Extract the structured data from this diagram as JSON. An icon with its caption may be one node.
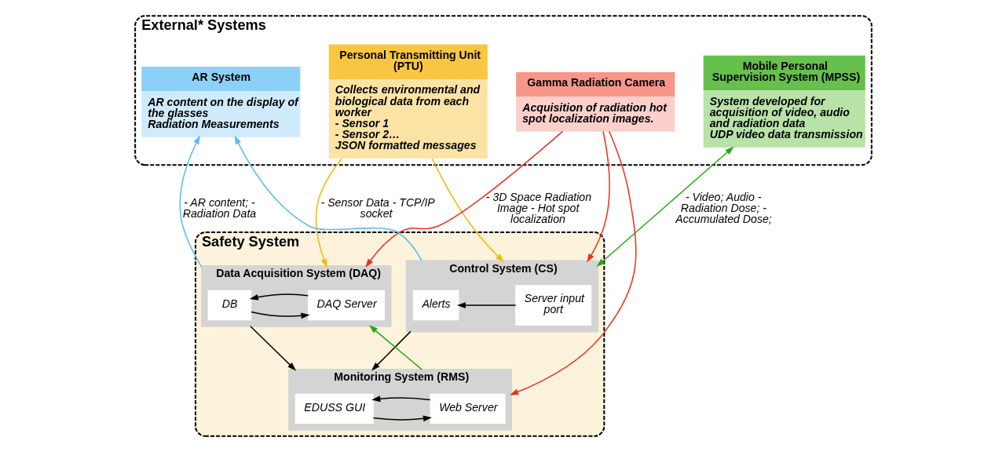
{
  "diagram": {
    "nodes": [
      {
        "text": [
          "External* Systems"
        ]
      },
      {
        "text": [
          "Personal Transmitting Unit (PTU)",
          "Collects environmental and biological data from each worker",
          "- Sensor 1",
          "- Sensor 2…",
          "JSON formatted messages"
        ],
        "in": 0
      },
      {
        "text": [
          "Mobile Personal Supervision System (MPSS)",
          "System developed for acquisition of video, audio and radiation data",
          "UDP video data transmission"
        ],
        "in": 0
      },
      {
        "text": [
          "Gamma Radiation Camera",
          "Acquisition of radiation hot spot localization images."
        ],
        "in": 0
      },
      {
        "text": [
          "AR System",
          "AR content on the display of the glasses",
          "Radiation Measurements"
        ],
        "in": 0
      },
      {
        "text": [
          "Safety System"
        ]
      },
      {
        "text": [
          "Data Acquisition System (DAQ)"
        ],
        "in": 5
      },
      {
        "text": [
          "DB"
        ],
        "in": 6
      },
      {
        "text": [
          "DAQ Server"
        ],
        "in": 6
      },
      {
        "text": [
          "Control System (CS)"
        ],
        "in": 5
      },
      {
        "text": [
          "Alerts"
        ],
        "in": 9
      },
      {
        "text": [
          "Server input port"
        ],
        "in": 9
      },
      {
        "text": [
          "Monitoring System (RMS)"
        ],
        "in": 5
      },
      {
        "text": [
          "EDUSS GUI"
        ],
        "in": 12
      },
      {
        "text": [
          "Web Server"
        ],
        "in": 12
      }
    ],
    "edges": [
      {
        "from": 1,
        "to": 6,
        "arrow": "to",
        "color": "#f5b800",
        "label": "- Sensor Data - TCP/IP socket"
      },
      {
        "from": 1,
        "to": 9,
        "arrow": "to",
        "color": "#f5b800"
      },
      {
        "from": 2,
        "to": 9,
        "arrow": "both",
        "color": "#22aa11",
        "label": "- Video; Audio - Radiation Dose; - Accumulated Dose;"
      },
      {
        "from": 3,
        "to": 6,
        "arrow": "to",
        "color": "#e8321c",
        "label": "- 3D Space Radiation Image - Hot spot localization"
      },
      {
        "from": 3,
        "to": 9,
        "arrow": "to",
        "color": "#e8321c"
      },
      {
        "from": 3,
        "to": 12,
        "arrow": "to",
        "color": "#e8321c"
      },
      {
        "from": 6,
        "to": 4,
        "arrow": "to",
        "color": "#5bbcf0",
        "label": "- AR content; - Radiation Data"
      },
      {
        "from": 9,
        "to": 4,
        "arrow": "to",
        "color": "#5bbcf0"
      },
      {
        "from": 6,
        "to": 12,
        "arrow": "to"
      },
      {
        "from": 9,
        "to": 12,
        "arrow": "to"
      },
      {
        "from": 12,
        "to": 6,
        "arrow": "to",
        "color": "#22aa11"
      },
      {
        "from": 7,
        "to": 8,
        "arrow": "to"
      },
      {
        "from": 8,
        "to": 7,
        "arrow": "to"
      },
      {
        "from": 11,
        "to": 10,
        "arrow": "to"
      },
      {
        "from": 13,
        "to": 14,
        "arrow": "to"
      },
      {
        "from": 14,
        "to": 13,
        "arrow": "to"
      }
    ]
  }
}
